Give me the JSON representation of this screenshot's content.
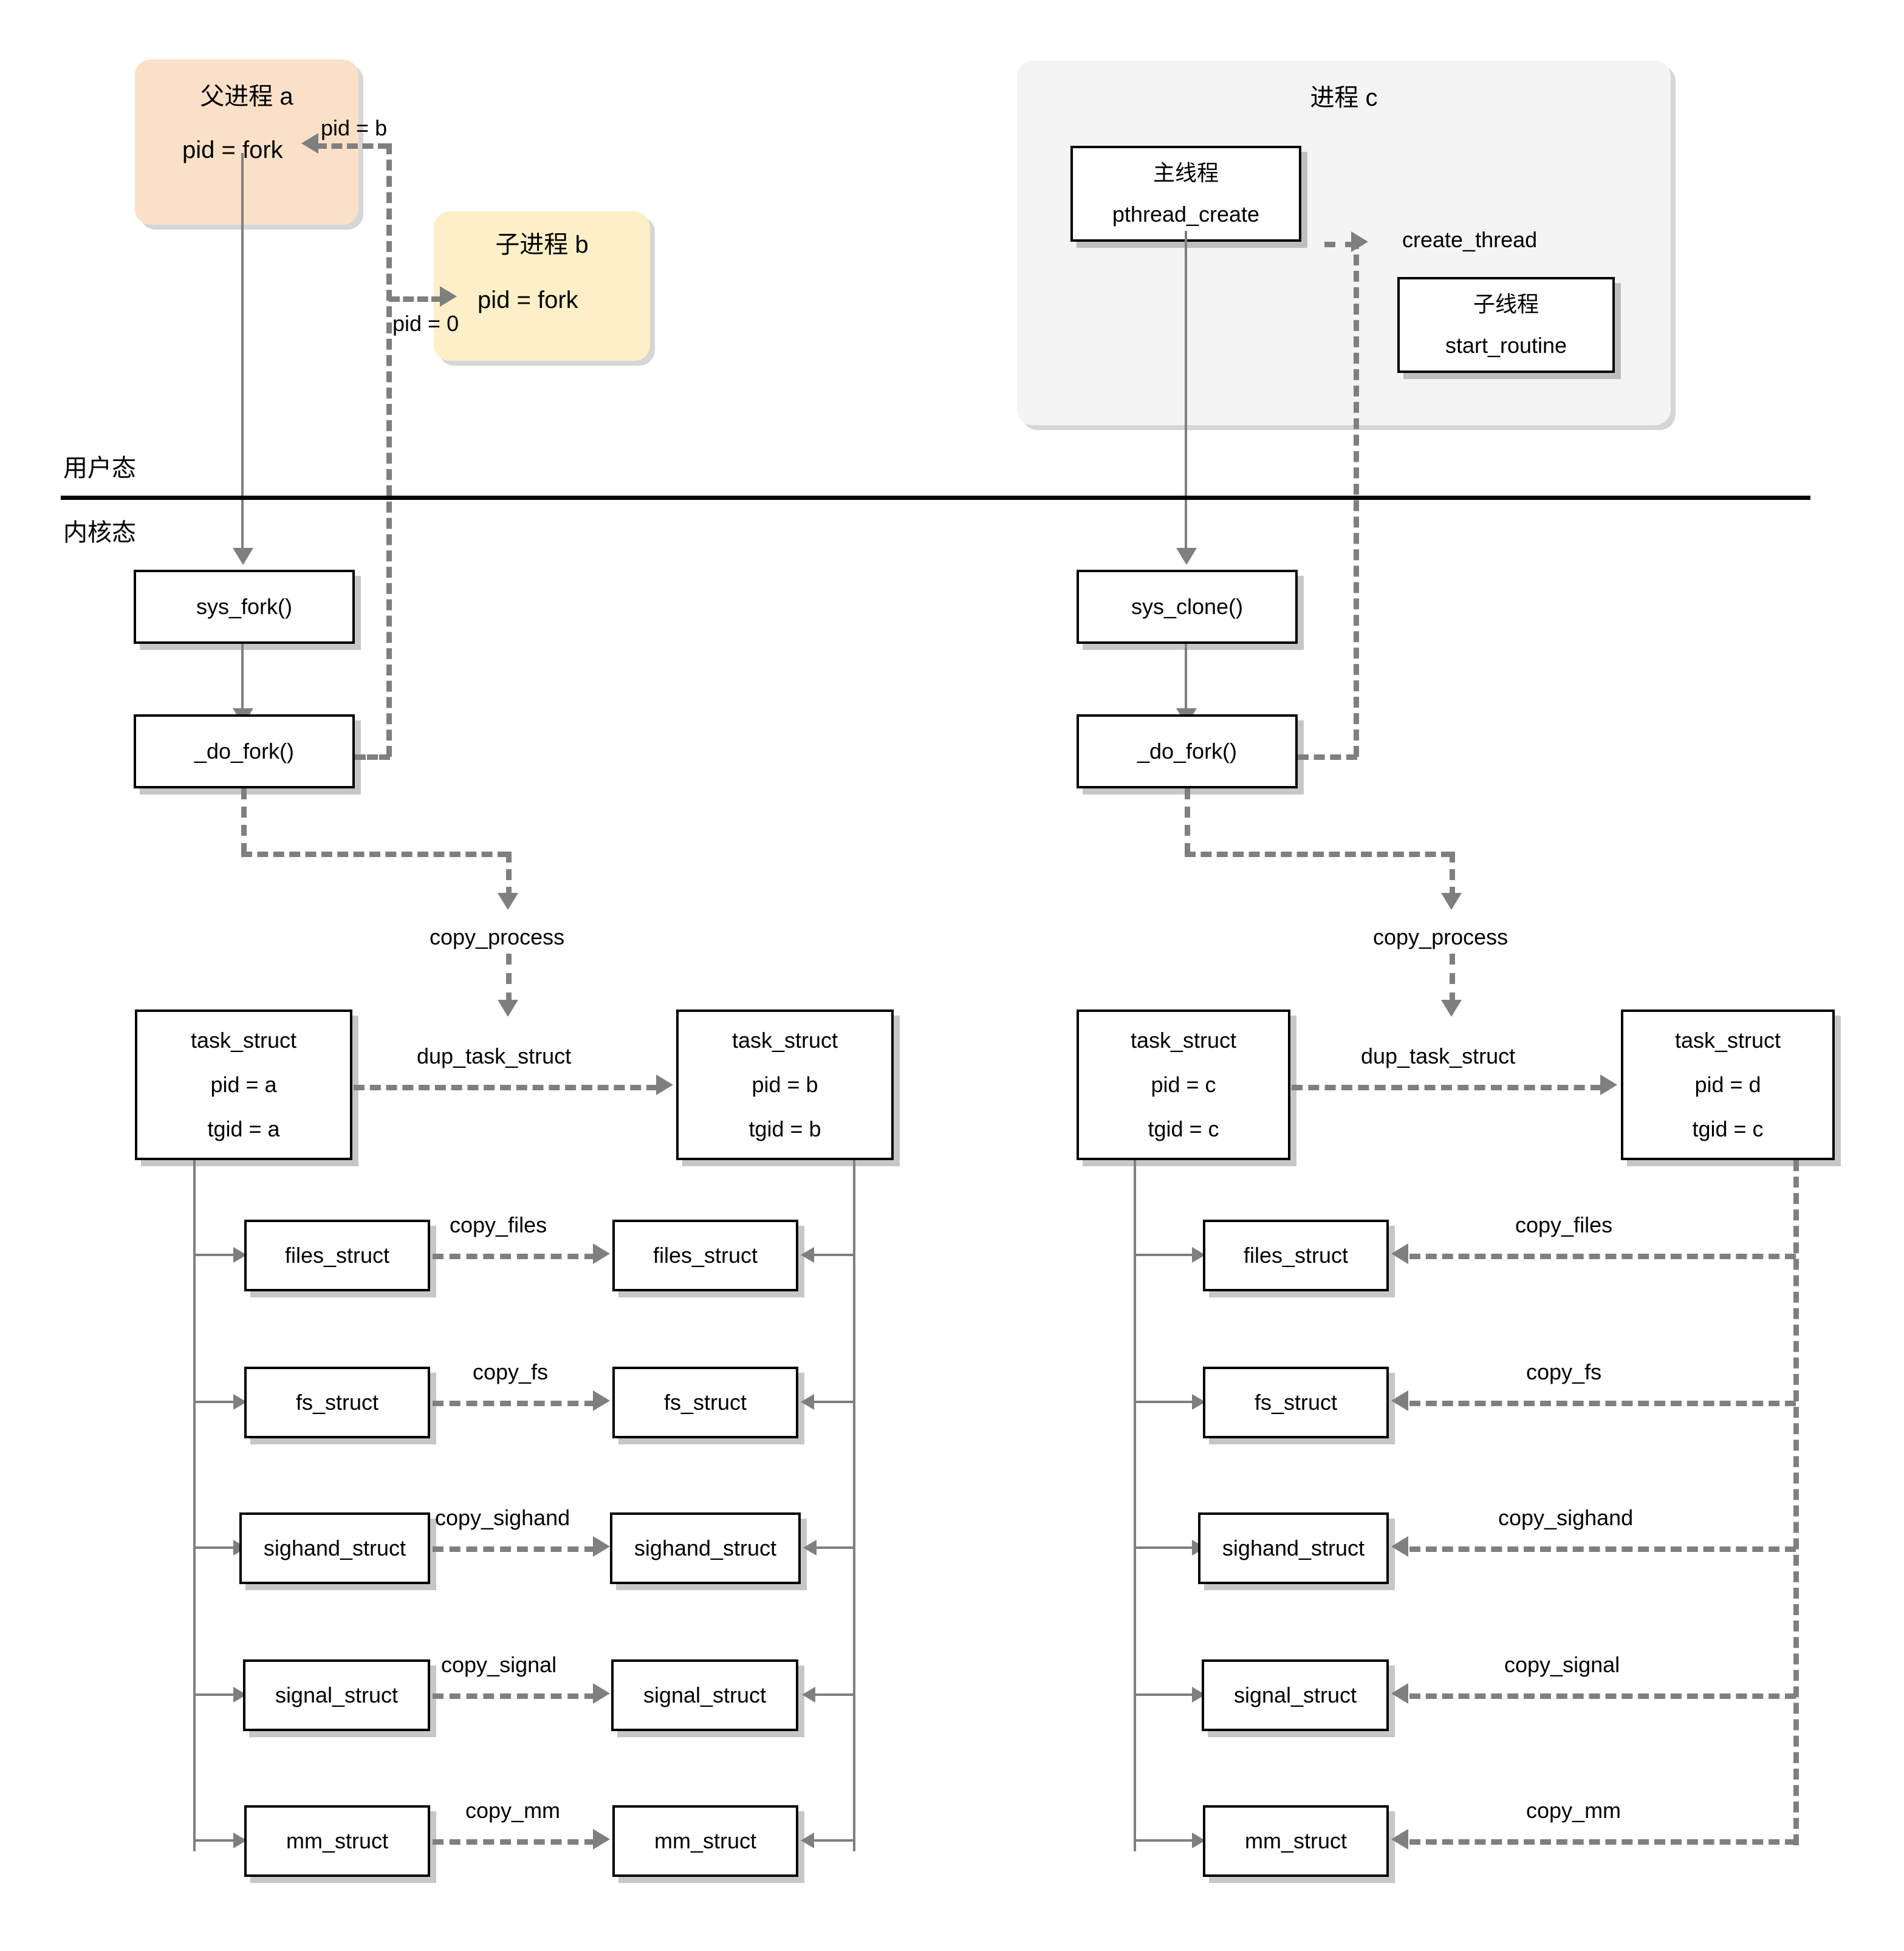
{
  "diagram": {
    "title_note": "Linux fork / clone kernel flow diagram",
    "mode_labels": {
      "user": "用户态",
      "kernel": "内核态"
    }
  },
  "left": {
    "parent_process": {
      "title": "父进程 a",
      "body": "pid = fork",
      "fill": "#fbe0c8"
    },
    "child_process": {
      "title": "子进程 b",
      "body": "pid = fork",
      "fill": "#fdf0c8"
    },
    "edge_labels": {
      "ret_parent": "pid = b",
      "ret_child": "pid = 0",
      "copy_process": "copy_process",
      "dup_task_struct": "dup_task_struct"
    },
    "syscall": "sys_fork()",
    "do_fork": "_do_fork()",
    "task_parent": {
      "name": "task_struct",
      "pid": "pid = a",
      "tgid": "tgid = a"
    },
    "task_child": {
      "name": "task_struct",
      "pid": "pid = b",
      "tgid": "tgid = b"
    },
    "structs": [
      {
        "name": "files_struct",
        "copy": "copy_files"
      },
      {
        "name": "fs_struct",
        "copy": "copy_fs"
      },
      {
        "name": "sighand_struct",
        "copy": "copy_sighand"
      },
      {
        "name": "signal_struct",
        "copy": "copy_signal"
      },
      {
        "name": "mm_struct",
        "copy": "copy_mm"
      }
    ]
  },
  "right": {
    "process_group": {
      "title": "进程 c",
      "fill": "#f4f4f4"
    },
    "main_thread": {
      "title": "主线程",
      "body": "pthread_create"
    },
    "child_thread": {
      "title": "子线程",
      "body": "start_routine"
    },
    "edge_labels": {
      "create_thread": "create_thread",
      "copy_process": "copy_process",
      "dup_task_struct": "dup_task_struct"
    },
    "syscall": "sys_clone()",
    "do_fork": "_do_fork()",
    "task_parent": {
      "name": "task_struct",
      "pid": "pid = c",
      "tgid": "tgid = c"
    },
    "task_child": {
      "name": "task_struct",
      "pid": "pid = d",
      "tgid": "tgid = c"
    },
    "structs": [
      {
        "name": "files_struct",
        "copy": "copy_files"
      },
      {
        "name": "fs_struct",
        "copy": "copy_fs"
      },
      {
        "name": "sighand_struct",
        "copy": "copy_sighand"
      },
      {
        "name": "signal_struct",
        "copy": "copy_signal"
      },
      {
        "name": "mm_struct",
        "copy": "copy_mm"
      }
    ]
  },
  "colors": {
    "parent_fill": "#fbe0c8",
    "child_fill": "#fdf0c8",
    "group_fill": "#f4f4f4",
    "stroke_gray": "#7f7f7f",
    "stroke_black": "#000000"
  }
}
